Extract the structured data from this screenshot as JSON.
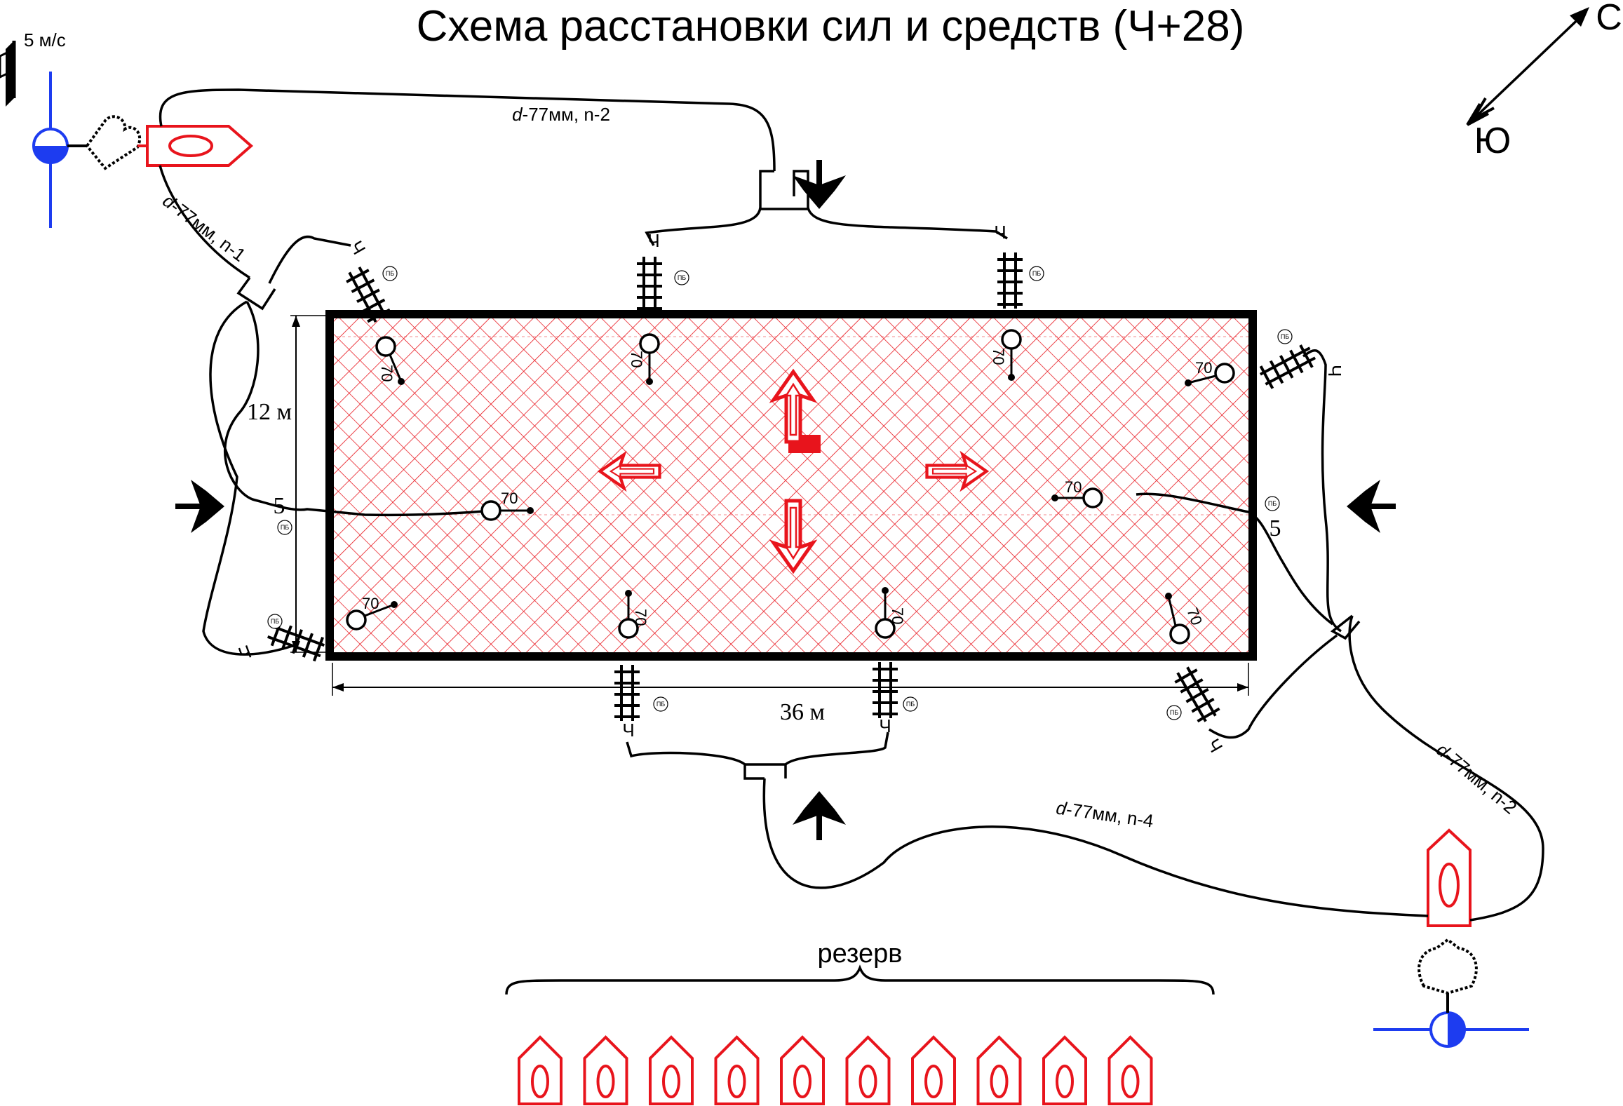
{
  "title": "Схема расстановки сил и средств (Ч+28)",
  "wind": {
    "label": "5 м/с"
  },
  "compass": {
    "north": "С",
    "south": "Ю"
  },
  "colors": {
    "fire": "#e8141c",
    "water": "#1d3cf0",
    "line": "#000000"
  },
  "building": {
    "width_label": "36 м",
    "height_label": "12 м"
  },
  "hose_lines": {
    "top": "d-77мм, n-2",
    "left": "d-77мм, n-1",
    "bottom": "d-77мм, n-4",
    "right": "d-77мм, n-2"
  },
  "hose_prefix": "d",
  "hose_rest": {
    "top": "-77мм, n-2",
    "left": "-77мм, n-1",
    "bottom": "-77мм, n-4",
    "right": "-77мм, n-2"
  },
  "nozzle_label": "70",
  "ladder_label": "Ч",
  "branch_count_label": "5",
  "pb_label": "ПБ",
  "reserve_label": "резерв",
  "reserve_trucks": 10
}
